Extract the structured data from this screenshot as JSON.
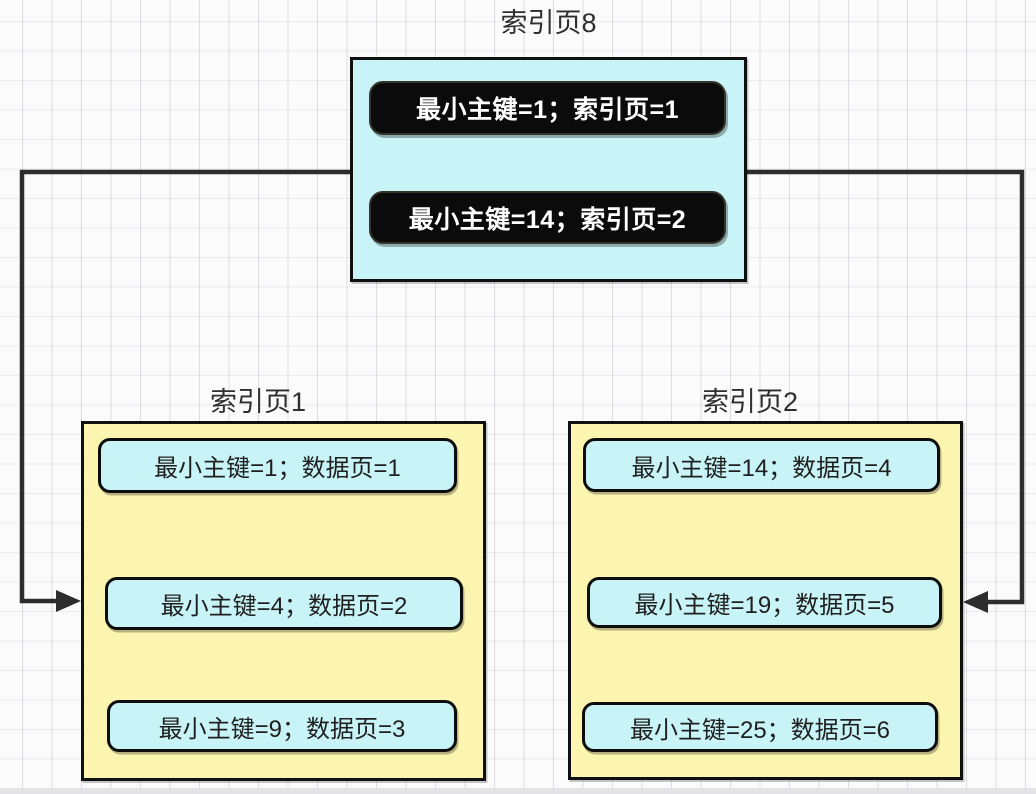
{
  "diagram": {
    "root": {
      "title": "索引页8",
      "entries": [
        "最小主键=1；索引页=1",
        "最小主键=14；索引页=2"
      ]
    },
    "groups": [
      {
        "title": "索引页1",
        "rows": [
          "最小主键=1；数据页=1",
          "最小主键=4；数据页=2",
          "最小主键=9；数据页=3"
        ]
      },
      {
        "title": "索引页2",
        "rows": [
          "最小主键=14；数据页=4",
          "最小主键=19；数据页=5",
          "最小主键=25；数据页=6"
        ]
      }
    ],
    "colors": {
      "root_node_fill": "#c9f4f7",
      "leaf_node_fill": "#fcf5b0",
      "entry_pill_fill": "#0b0b0b",
      "entry_pill_text": "#ffffff",
      "row_fill": "#c9f4f7",
      "row_text": "#1f1f1f",
      "box_border": "#101010",
      "connector": "#2d2d2d",
      "title_text": "#2e2e2e",
      "grid_background": "#fbfbfc"
    }
  }
}
